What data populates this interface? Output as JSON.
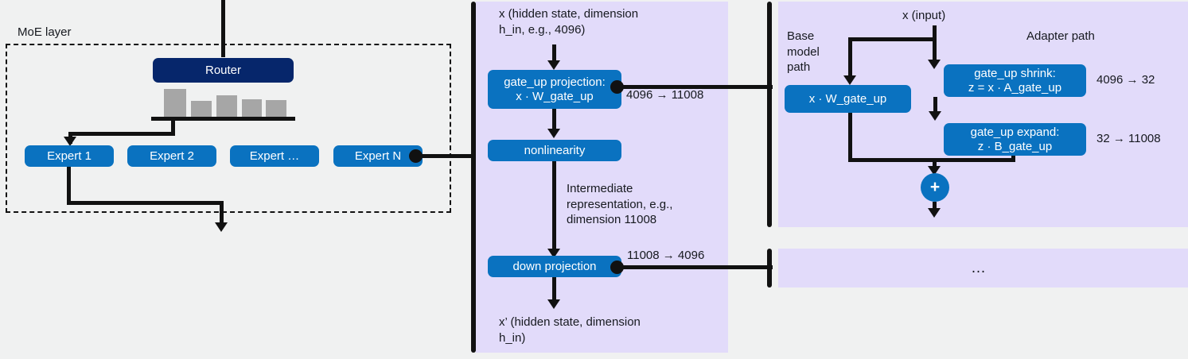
{
  "figure": {
    "background_color": "#F0F1F1",
    "panel_color": "#E2DBFA",
    "box_color": "#0A72C0",
    "router_color": "#06266B",
    "router_bar_color": "#A6A6A6",
    "line_color": "#111111"
  },
  "moe": {
    "group_label": "MoE layer",
    "router_label": "Router",
    "router_weights": [
      0.95,
      0.42,
      0.72,
      0.52,
      0.5
    ],
    "experts": [
      {
        "label": "Expert 1"
      },
      {
        "label": "Expert 2"
      },
      {
        "label": "Expert …"
      },
      {
        "label": "Expert N"
      }
    ]
  },
  "expert_detail": {
    "input_label": "x  (hidden state, dimension\nh_in, e.g., 4096)",
    "gate_up": {
      "line1": "gate_up projection:",
      "line2": "x · W_gate_up"
    },
    "gate_up_dim": "4096 → 11008",
    "nonlinearity": {
      "line1": "nonlinearity"
    },
    "intermediate_label": "Intermediate\nrepresentation, e.g.,\ndimension 11008",
    "down": {
      "line1": "down projection"
    },
    "down_dim": "11008 → 4096",
    "output_label": "x’  (hidden state, dimension\nh_in)"
  },
  "lora_detail": {
    "input_label": "x  (input)",
    "base_path_label": "Base\nmodel\npath",
    "adapter_path_label": "Adapter path",
    "base_box": {
      "line1": "x · W_gate_up"
    },
    "shrink_box": {
      "line1": "gate_up shrink:",
      "line2": "z = x · A_gate_up"
    },
    "shrink_dim": "4096 → 32",
    "expand_box": {
      "line1": "gate_up expand:",
      "line2": "z · B_gate_up"
    },
    "expand_dim": "32 → 11008",
    "sum_symbol": "+"
  },
  "more_panel": {
    "ellipsis": "…"
  }
}
